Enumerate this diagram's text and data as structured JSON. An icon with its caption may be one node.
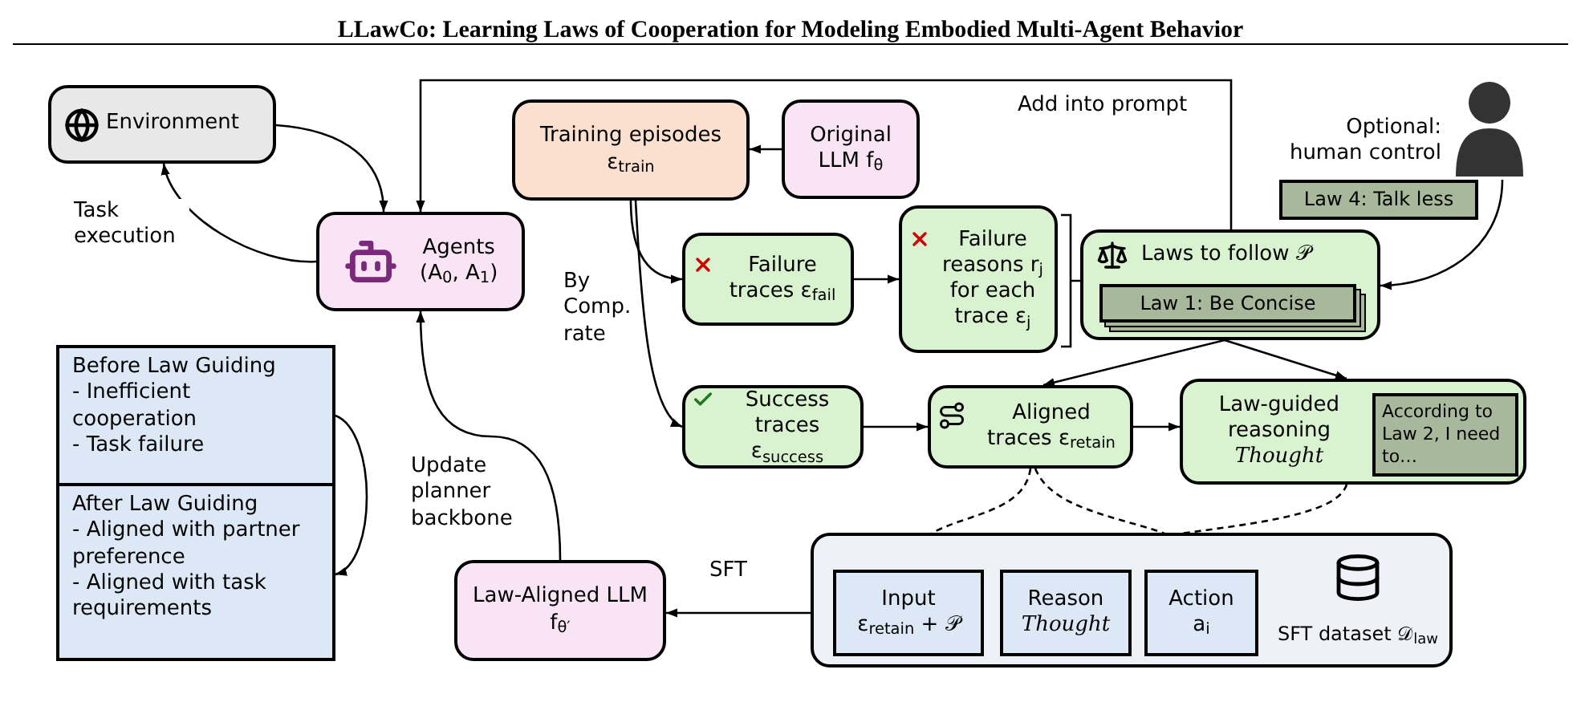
{
  "diagram": {
    "title": "LLawCo: Learning Laws of Cooperation for Modeling Embodied Multi-Agent Behavior",
    "nodes": [
      {
        "text": [
          "Environment"
        ]
      },
      {
        "text": [
          "Agents",
          "(A$_{0}$, A$_{1}$)"
        ]
      },
      {
        "text": [
          "Training episodes ε$_{train}$"
        ]
      },
      {
        "text": [
          "Original LLM f$_{θ}$"
        ]
      },
      {
        "text": [
          "Failure traces ε$_{fail}$"
        ]
      },
      {
        "text": [
          "Failure reasons r$_{j}$ for each trace ε$_{j}$"
        ]
      },
      {
        "text": [
          "Laws to follow 𝒫"
        ]
      },
      {
        "text": [
          "Law 1: Be Concise"
        ],
        "in": 6
      },
      {
        "text": [],
        "shape": "person",
        "beside": [
          "Optional: human control"
        ]
      },
      {
        "text": [
          "Law 4: Talk less"
        ]
      },
      {
        "text": [
          "Success traces ε$_{success}$"
        ]
      },
      {
        "text": [
          "Aligned traces ε$_{retain}$"
        ]
      },
      {
        "text": [
          "Law-guided reasoning",
          "Thought"
        ]
      },
      {
        "text": [
          "According to Law 2, I need to…"
        ],
        "in": 12
      },
      {
        "text": [
          "Before Law Guiding",
          "- Inefficient cooperation",
          "- Task failure"
        ]
      },
      {
        "text": [
          "After Law Guiding",
          "- Aligned with partner preference",
          "- Aligned with task requirements"
        ]
      },
      {
        "text": [
          "Law-Aligned LLM f$_{θ′}$"
        ]
      },
      {
        "text": [
          "SFT dataset 𝒟$_{law}$"
        ]
      },
      {
        "text": [
          "Input",
          "ε$_{retain}$ + 𝒫"
        ],
        "in": 17
      },
      {
        "text": [
          "Reason",
          "Thought"
        ],
        "in": 17
      },
      {
        "text": [
          "Action",
          "a$_{i}$"
        ],
        "in": 17
      }
    ],
    "edges": [
      {
        "from": 0,
        "to": 1,
        "arrow": "to"
      },
      {
        "from": 1,
        "to": 0,
        "arrow": "to",
        "label": "Task execution"
      },
      {
        "from": 6,
        "to": 1,
        "arrow": "to",
        "label": "Add into prompt"
      },
      {
        "from": 3,
        "to": 2,
        "arrow": "to"
      },
      {
        "from": 2,
        "to": 4,
        "arrow": "to"
      },
      {
        "from": 2,
        "to": 10,
        "arrow": "to",
        "label": "By Comp. rate"
      },
      {
        "from": 4,
        "to": 5,
        "arrow": "to"
      },
      {
        "from": 5,
        "to": 6,
        "arrow": "none"
      },
      {
        "from": 8,
        "to": 6,
        "arrow": "to"
      },
      {
        "from": 6,
        "to": 11,
        "arrow": "to"
      },
      {
        "from": 6,
        "to": 12,
        "arrow": "to"
      },
      {
        "from": 10,
        "to": 11,
        "arrow": "to"
      },
      {
        "from": 11,
        "to": 12,
        "arrow": "to"
      },
      {
        "from": 11,
        "to": 18,
        "arrow": "to",
        "style": "dashed"
      },
      {
        "from": 11,
        "to": 20,
        "arrow": "to",
        "style": "dashed"
      },
      {
        "from": 12,
        "to": 19,
        "arrow": "to",
        "style": "dashed"
      },
      {
        "from": 17,
        "to": 16,
        "arrow": "to",
        "label": "SFT"
      },
      {
        "from": 16,
        "to": 1,
        "arrow": "to",
        "label": "Update planner backbone"
      },
      {
        "from": 14,
        "to": 15,
        "arrow": "to"
      }
    ]
  }
}
